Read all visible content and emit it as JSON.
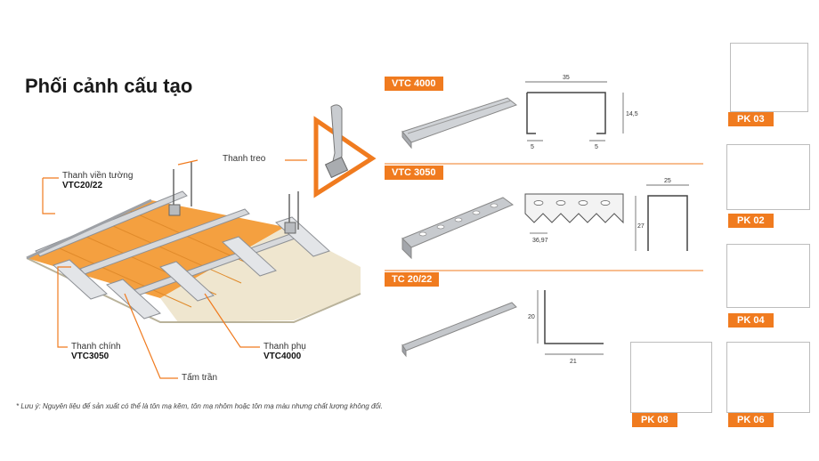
{
  "title": "Phối cảnh cấu tạo",
  "labels": {
    "thanh_vien_tuong": "Thanh viền tường",
    "thanh_vien_tuong_code": "VTC20/22",
    "thanh_treo": "Thanh treo",
    "thanh_chinh": "Thanh chính",
    "thanh_chinh_code": "VTC3050",
    "thanh_phu": "Thanh phụ",
    "thanh_phu_code": "VTC4000",
    "tam_tran": "Tấm trần"
  },
  "profiles": [
    {
      "tag": "VTC 4000",
      "dims": [
        "35",
        "14,5",
        "5",
        "5"
      ]
    },
    {
      "tag": "VTC 3050",
      "dims": [
        "25",
        "27",
        "36,97"
      ]
    },
    {
      "tag": "TC 20/22",
      "dims": [
        "20",
        "21"
      ]
    }
  ],
  "accessories": [
    "PK 03",
    "PK 02",
    "PK 04",
    "PK 08",
    "PK 06"
  ],
  "note": "* Lưu ý: Nguyên liệu để sản xuất có thể là tôn mạ kẽm, tôn mạ nhôm hoặc tôn mạ màu nhưng chất lượng không đổi.",
  "colors": {
    "accent": "#f07b1f",
    "panel": "#f4a040",
    "metal": "#c9ccd0"
  }
}
